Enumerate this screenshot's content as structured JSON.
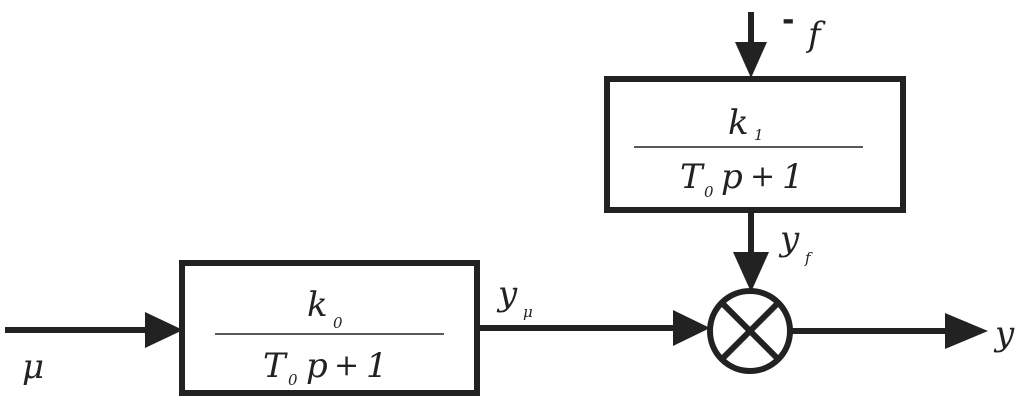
{
  "diagram": {
    "input_signal": "μ",
    "output_signal": "y",
    "disturbance": {
      "sign": "-",
      "symbol": "f"
    },
    "block_main": {
      "numerator": {
        "symbol": "k",
        "subscript": "0"
      },
      "denominator": {
        "symbol": "T",
        "subscript": "0",
        "rest": "p",
        "plus": "+",
        "one": "1"
      }
    },
    "block_disturbance": {
      "numerator": {
        "symbol": "k",
        "subscript": "1"
      },
      "denominator": {
        "symbol": "T",
        "subscript": "0",
        "rest": "p",
        "plus": "+",
        "one": "1"
      }
    },
    "signal_y_mu": {
      "symbol": "y",
      "subscript": "μ"
    },
    "signal_y_f": {
      "symbol": "y",
      "subscript": "f"
    },
    "colors": {
      "stroke": "#222222",
      "background": "#ffffff"
    }
  }
}
